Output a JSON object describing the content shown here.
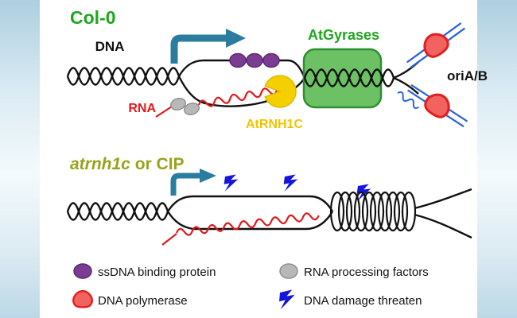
{
  "panels": {
    "top": {
      "title": "Col-0",
      "dna_label": "DNA",
      "rna_label": "RNA",
      "rnh_label": "AtRNH1C",
      "gyrase_label": "AtGyrases",
      "ori_label": "oriA/B"
    },
    "bottom": {
      "title_mutant": "atrnh1c",
      "title_suffix": " or CIP"
    }
  },
  "legend": {
    "ssdna": "ssDNA binding protein",
    "rna_factors": "RNA processing factors",
    "polymerase": "DNA polymerase",
    "damage": "DNA damage threaten"
  },
  "colors": {
    "title_green": "#1ea71e",
    "mutant_olive": "#9aa21c",
    "rnh_yellow": "#f0c400",
    "rna_red": "#e01818",
    "arrow_teal": "#2b7da0",
    "ssb_purple": "#7a3d91",
    "factor_gray": "#b8b8b8",
    "polymerase_red": "#f2625e",
    "damage_blue": "#1414dd",
    "dna_black": "#111111"
  }
}
